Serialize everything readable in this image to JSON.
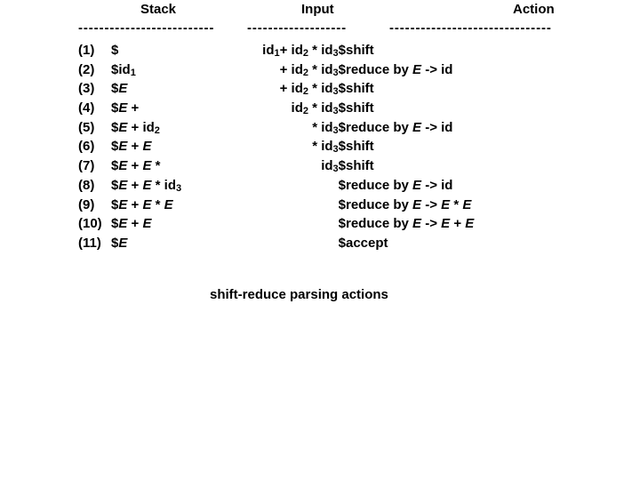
{
  "table": {
    "headers": {
      "stack": "Stack",
      "input": "Input",
      "action": "Action"
    },
    "dashes": {
      "stack": "--------------------------",
      "input": "-------------------",
      "action": "-------------------------------"
    },
    "rows": [
      {
        "num": "(1)",
        "stack": "$",
        "input": "id_1+ id_2 * id_3$",
        "action": "shift"
      },
      {
        "num": "(2)",
        "stack": "$id_1",
        "input": "+ id_2 * id_3$",
        "action": "reduce by [E] -> id"
      },
      {
        "num": "(3)",
        "stack": "$[E]",
        "input": "+ id_2 * id_3$",
        "action": "shift"
      },
      {
        "num": "(4)",
        "stack": "$[E] +",
        "input": "id_2 * id_3$",
        "action": "shift"
      },
      {
        "num": "(5)",
        "stack": "$[E] + id_2",
        "input": "* id_3$",
        "action": "reduce by [E] -> id"
      },
      {
        "num": "(6)",
        "stack": "$[E] + [E]",
        "input": "* id_3$",
        "action": "shift"
      },
      {
        "num": "(7)",
        "stack": "$[E] + [E] *",
        "input": "id_3$",
        "action": "shift"
      },
      {
        "num": "(8)",
        "stack": "$[E] + [E] * id_3",
        "input": "$",
        "action": "reduce by [E] -> id"
      },
      {
        "num": "(9)",
        "stack": "$[E] + [E] * [E]",
        "input": "$",
        "action": "reduce by [E] -> [E] * [E]"
      },
      {
        "num": "(10)",
        "stack": "$[E] + [E]",
        "input": "$",
        "action": "reduce by [E] -> [E] + [E]"
      },
      {
        "num": "(11)",
        "stack": "$[E]",
        "input": "$",
        "action": "accept"
      }
    ]
  },
  "caption": "shift-reduce parsing actions",
  "colors": {
    "text": "#000000",
    "background": "#ffffff"
  }
}
